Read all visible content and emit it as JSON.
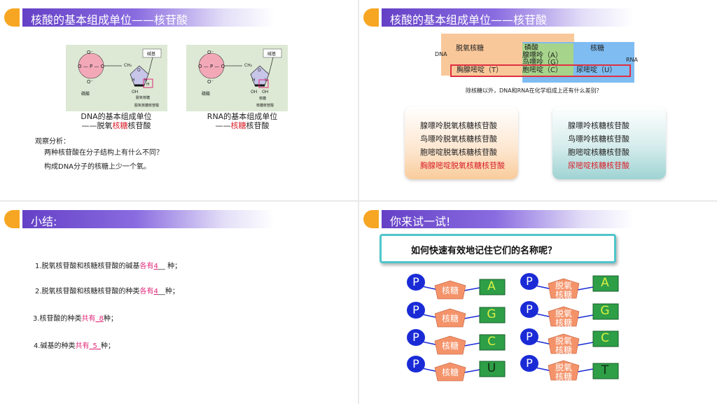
{
  "slide1": {
    "title": "核酸的基本组成单位——核苷酸",
    "dna_figure": {
      "o_top": "O⁻",
      "phosphate": "O — P — O",
      "o_bottom": "O⁻",
      "ch2": "CH₂",
      "o_ring": "O",
      "h": "H",
      "oh": "OH",
      "base_label": "碱基",
      "phosphate_label": "磷酸",
      "sugar_label": "脱氧核糖",
      "caption": "脱氧核糖核苷酸"
    },
    "rna_figure": {
      "o_top": "O⁻",
      "phosphate": "O — P — O",
      "o_bottom": "O⁻",
      "ch2": "CH₂",
      "o_ring": "O",
      "h": "H",
      "oh": "OH",
      "base_label": "碱基",
      "phosphate_label": "磷酸",
      "sugar_label": "核糖",
      "caption": "核糖核苷酸"
    },
    "dna_caption_line1": "DNA的基本组成单位",
    "dna_caption_line2_pre": "——脱氧",
    "dna_caption_line2_red": "核糖",
    "dna_caption_line2_post": "核苷酸",
    "rna_caption_line1": "RNA的基本组成单位",
    "rna_caption_line2_pre": "——",
    "rna_caption_line2_red": "核糖",
    "rna_caption_line2_post": "核苷酸",
    "observe": "观察分析：",
    "question": "两种核苷酸在分子结构上有什么不同？",
    "answer": "构成DNA分子的核糖上少一个氧。"
  },
  "slide2": {
    "title": "核酸的基本组成单位——核苷酸",
    "dna_label": "DNA",
    "rna_label": "RNA",
    "col_deoxyribose": "脱氧核糖",
    "col_phosphate": "磷酸",
    "col_ribose": "核糖",
    "row_a": "腺嘌呤（A）",
    "row_g": "鸟嘌呤（G）",
    "row_t": "胸腺嘧啶（T）",
    "row_c": "胞嘧啶（C）",
    "row_u": "尿嘧啶（U）",
    "question": "除核糖以外，DNA和RNA在化学组成上还有什么差别？",
    "dna_list": [
      "腺嘌呤脱氧核糖核苷酸",
      "鸟嘌呤脱氧核糖核苷酸",
      "胞嘧啶脱氧核糖核苷酸"
    ],
    "dna_list_red": "胸腺嘧啶脱氧核糖核苷酸",
    "rna_list": [
      "腺嘌呤核糖核苷酸",
      "鸟嘌呤核糖核苷酸",
      "胞嘧啶核糖核苷酸"
    ],
    "rna_list_red": "尿嘧啶核糖核苷酸"
  },
  "slide3": {
    "title": "小结:",
    "items": [
      {
        "pre": "1.脱氧核苷酸和核糖核苷酸的碱基",
        "hl": "各有",
        "num": "4",
        "post": "__ 种；"
      },
      {
        "pre": "2.脱氧核苷酸和核糖核苷酸的种类",
        "hl": "各有",
        "num": "4",
        "post": "__种；"
      },
      {
        "pre": "3.核苷酸的种类",
        "hl": "共有",
        "num": "_8",
        "post": "种；"
      },
      {
        "pre": "4.碱基的种类",
        "hl": "共有",
        "num": "_5_",
        "post": "种；"
      }
    ]
  },
  "slide4": {
    "title": "你来试一试!",
    "question": "如何快速有效地记住它们的名称呢？",
    "p_label": "P",
    "left_column": {
      "sugar": "核糖",
      "bases": [
        "A",
        "G",
        "C",
        "U"
      ]
    },
    "right_column": {
      "sugar_line1": "脱氧",
      "sugar_line2": "核糖",
      "bases": [
        "A",
        "G",
        "C",
        "T"
      ]
    },
    "colors": {
      "phosphate": "#1a2bd6",
      "sugar": "#f4936a",
      "base": "#2e9e47",
      "base_text": "#d8f043",
      "base_text_dark": "#102a10"
    }
  }
}
